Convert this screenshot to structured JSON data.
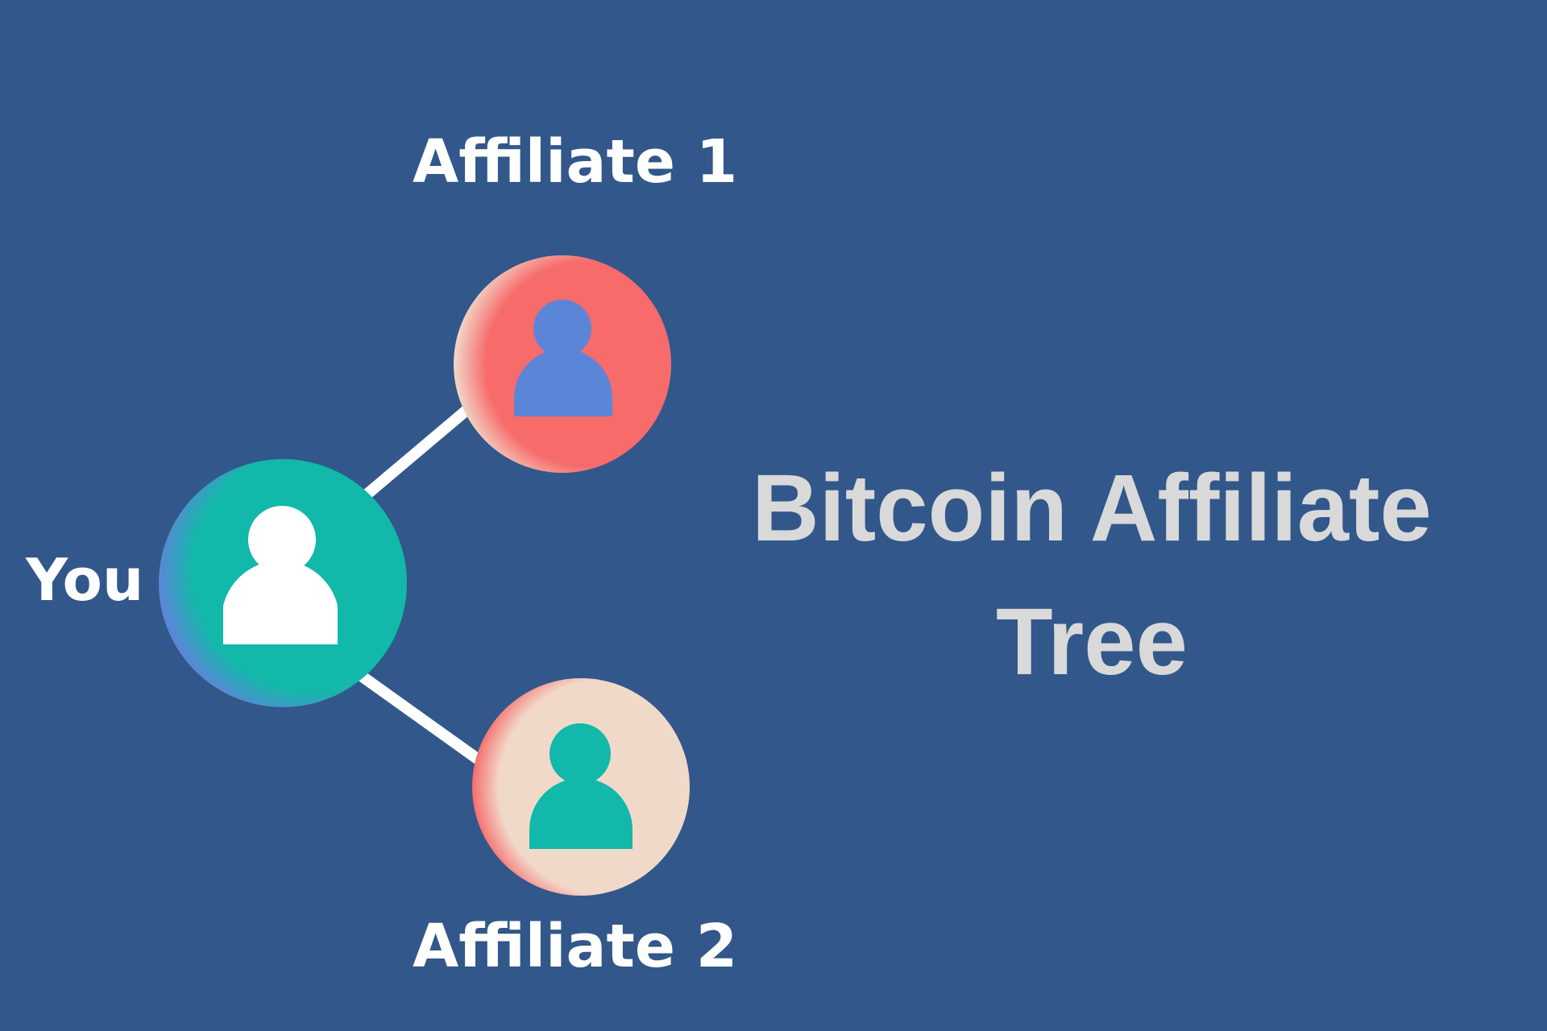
{
  "title": {
    "line1": "Bitcoin Affiliate",
    "line2": "Tree"
  },
  "nodes": [
    {
      "id": "you",
      "label": "You",
      "circle_color": "#12B8A9",
      "edge_color": "#5B86D8",
      "icon_color": "#FFFFFF"
    },
    {
      "id": "affiliate-1",
      "label": "Affiliate 1",
      "circle_color": "#F76B6B",
      "edge_color": "#F1D9CA",
      "icon_color": "#5B86D8"
    },
    {
      "id": "affiliate-2",
      "label": "Affiliate 2",
      "circle_color": "#F1D9CA",
      "edge_color": "#F76B6B",
      "icon_color": "#12B8A9"
    }
  ],
  "edges": [
    {
      "from": "you",
      "to": "affiliate-1"
    },
    {
      "from": "you",
      "to": "affiliate-2"
    }
  ],
  "colors": {
    "background": "#32578A",
    "label_text": "#FFFFFF",
    "title_text": "#D9D9D9",
    "connector": "#FFFFFF"
  },
  "icons": [
    "person-icon",
    "person-icon",
    "person-icon"
  ]
}
